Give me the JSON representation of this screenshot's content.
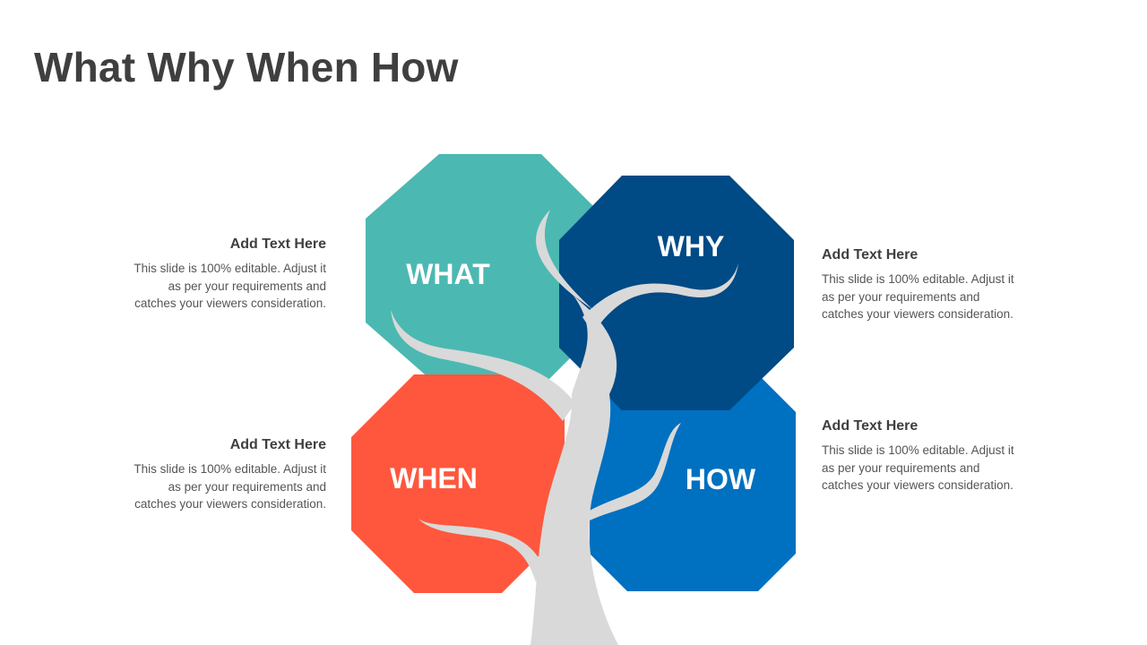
{
  "slide": {
    "title": "What Why When How"
  },
  "quadrants": [
    {
      "key": "what",
      "label": "WHAT",
      "color": "#4cb8b2"
    },
    {
      "key": "why",
      "label": "WHY",
      "color": "#004a85"
    },
    {
      "key": "when",
      "label": "WHEN",
      "color": "#ff573d"
    },
    {
      "key": "how",
      "label": "HOW",
      "color": "#0070c0"
    }
  ],
  "tree_color": "#d9d9d9",
  "text_blocks": {
    "top_left": {
      "heading": "Add Text Here",
      "body": "This slide is 100% editable. Adjust it as per your requirements and catches your viewers consideration."
    },
    "bottom_left": {
      "heading": "Add Text Here",
      "body": "This slide is 100% editable. Adjust it as per your requirements and catches your viewers consideration."
    },
    "top_right": {
      "heading": "Add Text Here",
      "body": "This slide is 100% editable. Adjust it as per your requirements and catches your viewers consideration."
    },
    "bottom_right": {
      "heading": "Add Text Here",
      "body": "This slide is 100% editable. Adjust it as per your requirements and catches your viewers consideration."
    }
  }
}
